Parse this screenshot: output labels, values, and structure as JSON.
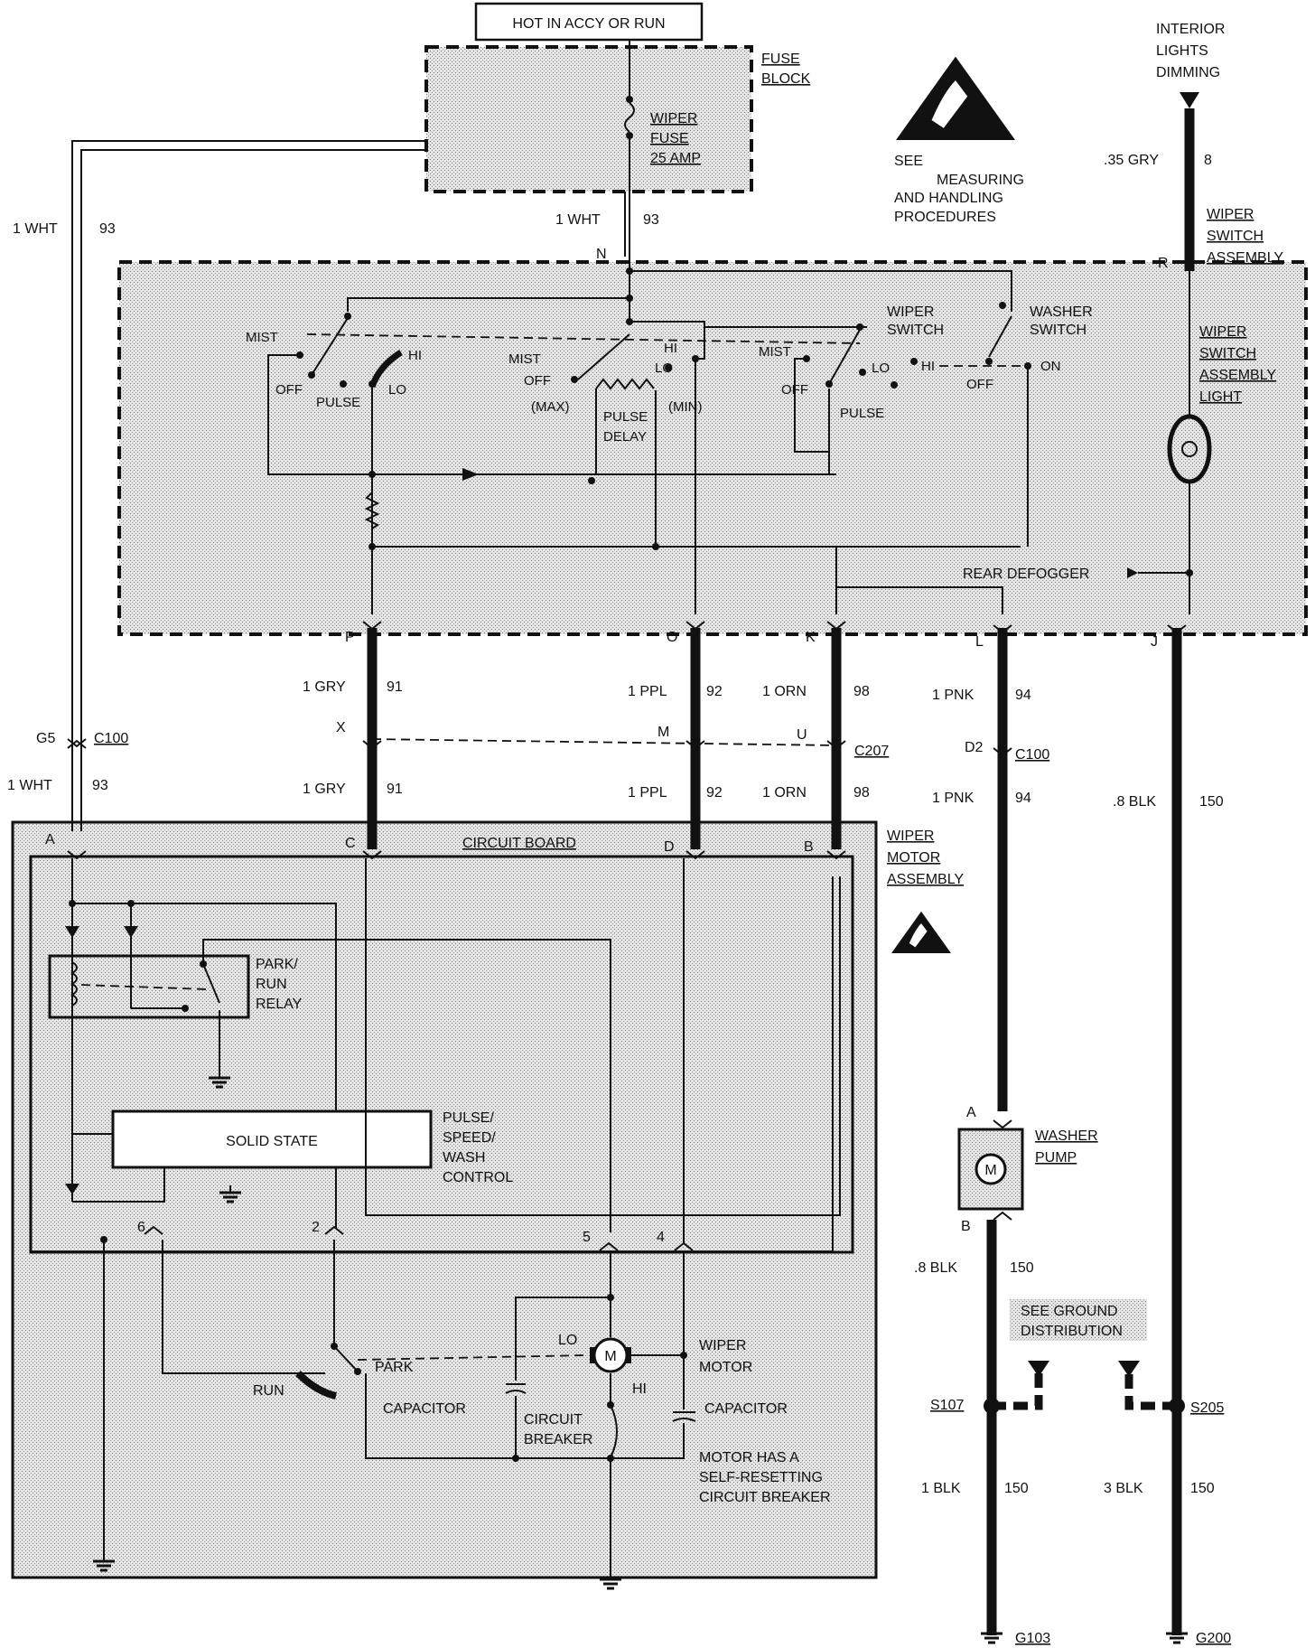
{
  "header": {
    "hot_in": "HOT IN ACCY OR RUN"
  },
  "fuse_block": {
    "title_line1": "FUSE",
    "title_line2": "BLOCK",
    "fuse_line1": "WIPER",
    "fuse_line2": "FUSE",
    "fuse_line3": "25 AMP"
  },
  "esd_note": {
    "line1": "SEE",
    "line2": "MEASURING",
    "line3": "AND HANDLING",
    "line4": "PROCEDURES"
  },
  "interior": {
    "line1": "INTERIOR",
    "line2": "LIGHTS",
    "line3": "DIMMING",
    "wire_size": ".35 GRY",
    "wire_num": "8"
  },
  "wiper_switch_assembly": {
    "title_line1": "WIPER",
    "title_line2": "SWITCH",
    "title_line3": "ASSEMBLY",
    "light_line1": "WIPER",
    "light_line2": "SWITCH",
    "light_line3": "ASSEMBLY",
    "light_line4": "LIGHT",
    "wiper_switch_line1": "WIPER",
    "wiper_switch_line2": "SWITCH",
    "washer_switch_line1": "WASHER",
    "washer_switch_line2": "SWITCH",
    "mist": "MIST",
    "off": "OFF",
    "pulse": "PULSE",
    "lo": "LO",
    "hi": "HI",
    "max": "(MAX)",
    "min": "(MIN)",
    "pulse_delay_line1": "PULSE",
    "pulse_delay_line2": "DELAY",
    "on": "ON",
    "rear_defogger": "REAR DEFOGGER"
  },
  "pins": {
    "n": "N",
    "r": "R",
    "p": "P",
    "o": "O",
    "k": "K",
    "l": "L",
    "j": "J",
    "x": "X",
    "m": "M",
    "u": "U",
    "g5": "G5",
    "d2": "D2",
    "a": "A",
    "c": "C",
    "d": "D",
    "b": "B",
    "p6": "6",
    "p2": "2",
    "p5": "5",
    "p4": "4",
    "pump_a": "A",
    "pump_b": "B"
  },
  "connectors": {
    "c100": "C100",
    "c207": "C207"
  },
  "wires": {
    "wht_size": "1 WHT",
    "wht_num": "93",
    "gry_size": "1 GRY",
    "gry_num": "91",
    "ppl_size": "1 PPL",
    "ppl_num": "92",
    "orn_size": "1 ORN",
    "orn_num": "98",
    "pnk_size": "1 PNK",
    "pnk_num": "94",
    "blk8_size": ".8 BLK",
    "blk_num": "150",
    "blk1_size": "1 BLK",
    "blk3_size": "3 BLK"
  },
  "motor_assembly": {
    "circuit_board": "CIRCUIT BOARD",
    "title_line1": "WIPER",
    "title_line2": "MOTOR",
    "title_line3": "ASSEMBLY",
    "relay_line1": "PARK/",
    "relay_line2": "RUN",
    "relay_line3": "RELAY",
    "solid_state": "SOLID STATE",
    "control_line1": "PULSE/",
    "control_line2": "SPEED/",
    "control_line3": "WASH",
    "control_line4": "CONTROL",
    "park": "PARK",
    "run": "RUN",
    "lo": "LO",
    "hi": "HI",
    "capacitor": "CAPACITOR",
    "breaker_line1": "CIRCUIT",
    "breaker_line2": "BREAKER",
    "motor_line1": "WIPER",
    "motor_line2": "MOTOR",
    "motor_glyph": "M",
    "note_line1": "MOTOR HAS A",
    "note_line2": "SELF-RESETTING",
    "note_line3": "CIRCUIT BREAKER"
  },
  "washer_pump": {
    "line1": "WASHER",
    "line2": "PUMP",
    "glyph": "M"
  },
  "ground": {
    "see_line1": "SEE GROUND",
    "see_line2": "DISTRIBUTION",
    "s107": "S107",
    "s205": "S205",
    "g103": "G103",
    "g200": "G200"
  },
  "colors": {
    "ink": "#111111",
    "shade": "#d9d9d9",
    "background": "#ffffff"
  }
}
